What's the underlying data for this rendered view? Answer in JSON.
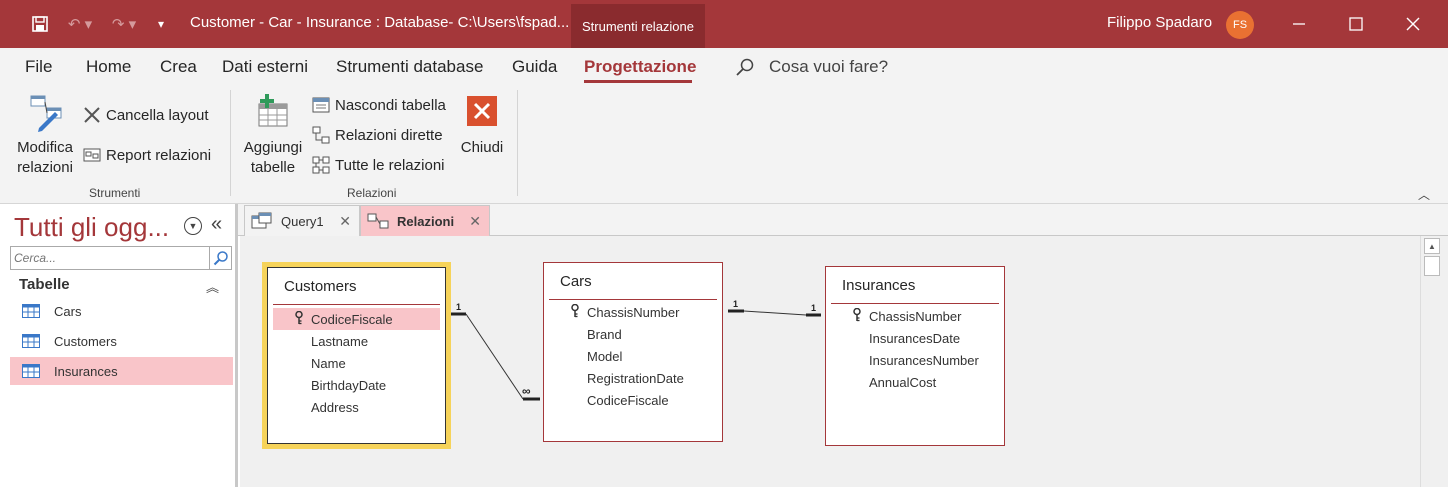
{
  "app": {
    "document_title": "Customer - Car - Insurance : Database- C:\\Users\\fspad...",
    "context_tab": "Strumenti relazione",
    "user_name": "Filippo Spadaro",
    "user_initials": "FS",
    "accent_color": "#a4373a"
  },
  "ribbon_tabs": {
    "file": "File",
    "home": "Home",
    "crea": "Crea",
    "dati_esterni": "Dati esterni",
    "strumenti_database": "Strumenti database",
    "guida": "Guida",
    "progettazione": "Progettazione",
    "tell_me": "Cosa vuoi fare?"
  },
  "ribbon": {
    "modifica_line1": "Modifica",
    "modifica_line2": "relazioni",
    "cancella_layout": "Cancella layout",
    "report_relazioni": "Report relazioni",
    "strumenti_group": "Strumenti",
    "aggiungi_line1": "Aggiungi",
    "aggiungi_line2": "tabelle",
    "nascondi_tabella": "Nascondi tabella",
    "relazioni_dirette": "Relazioni dirette",
    "tutte_relazioni": "Tutte le relazioni",
    "chiudi": "Chiudi",
    "relazioni_group": "Relazioni"
  },
  "nav_pane": {
    "title": "Tutti gli ogg...",
    "search_placeholder": "Cerca...",
    "group_header": "Tabelle",
    "items": [
      "Cars",
      "Customers",
      "Insurances"
    ],
    "selected_item": "Insurances"
  },
  "doc_tabs": {
    "query1": "Query1",
    "relazioni": "Relazioni"
  },
  "relationship_tables": {
    "customers": {
      "title": "Customers",
      "fields": [
        "CodiceFiscale",
        "Lastname",
        "Name",
        "BirthdayDate",
        "Address"
      ],
      "primary_key": "CodiceFiscale"
    },
    "cars": {
      "title": "Cars",
      "fields": [
        "ChassisNumber",
        "Brand",
        "Model",
        "RegistrationDate",
        "CodiceFiscale"
      ],
      "primary_key": "ChassisNumber"
    },
    "insurances": {
      "title": "Insurances",
      "fields": [
        "ChassisNumber",
        "InsurancesDate",
        "InsurancesNumber",
        "AnnualCost"
      ],
      "primary_key": "ChassisNumber"
    }
  },
  "relationships": [
    {
      "from_table": "Customers",
      "from_field": "CodiceFiscale",
      "from_label": "1",
      "to_table": "Cars",
      "to_field": "CodiceFiscale",
      "to_label": "∞"
    },
    {
      "from_table": "Cars",
      "from_field": "ChassisNumber",
      "from_label": "1",
      "to_table": "Insurances",
      "to_field": "ChassisNumber",
      "to_label": "1"
    }
  ]
}
